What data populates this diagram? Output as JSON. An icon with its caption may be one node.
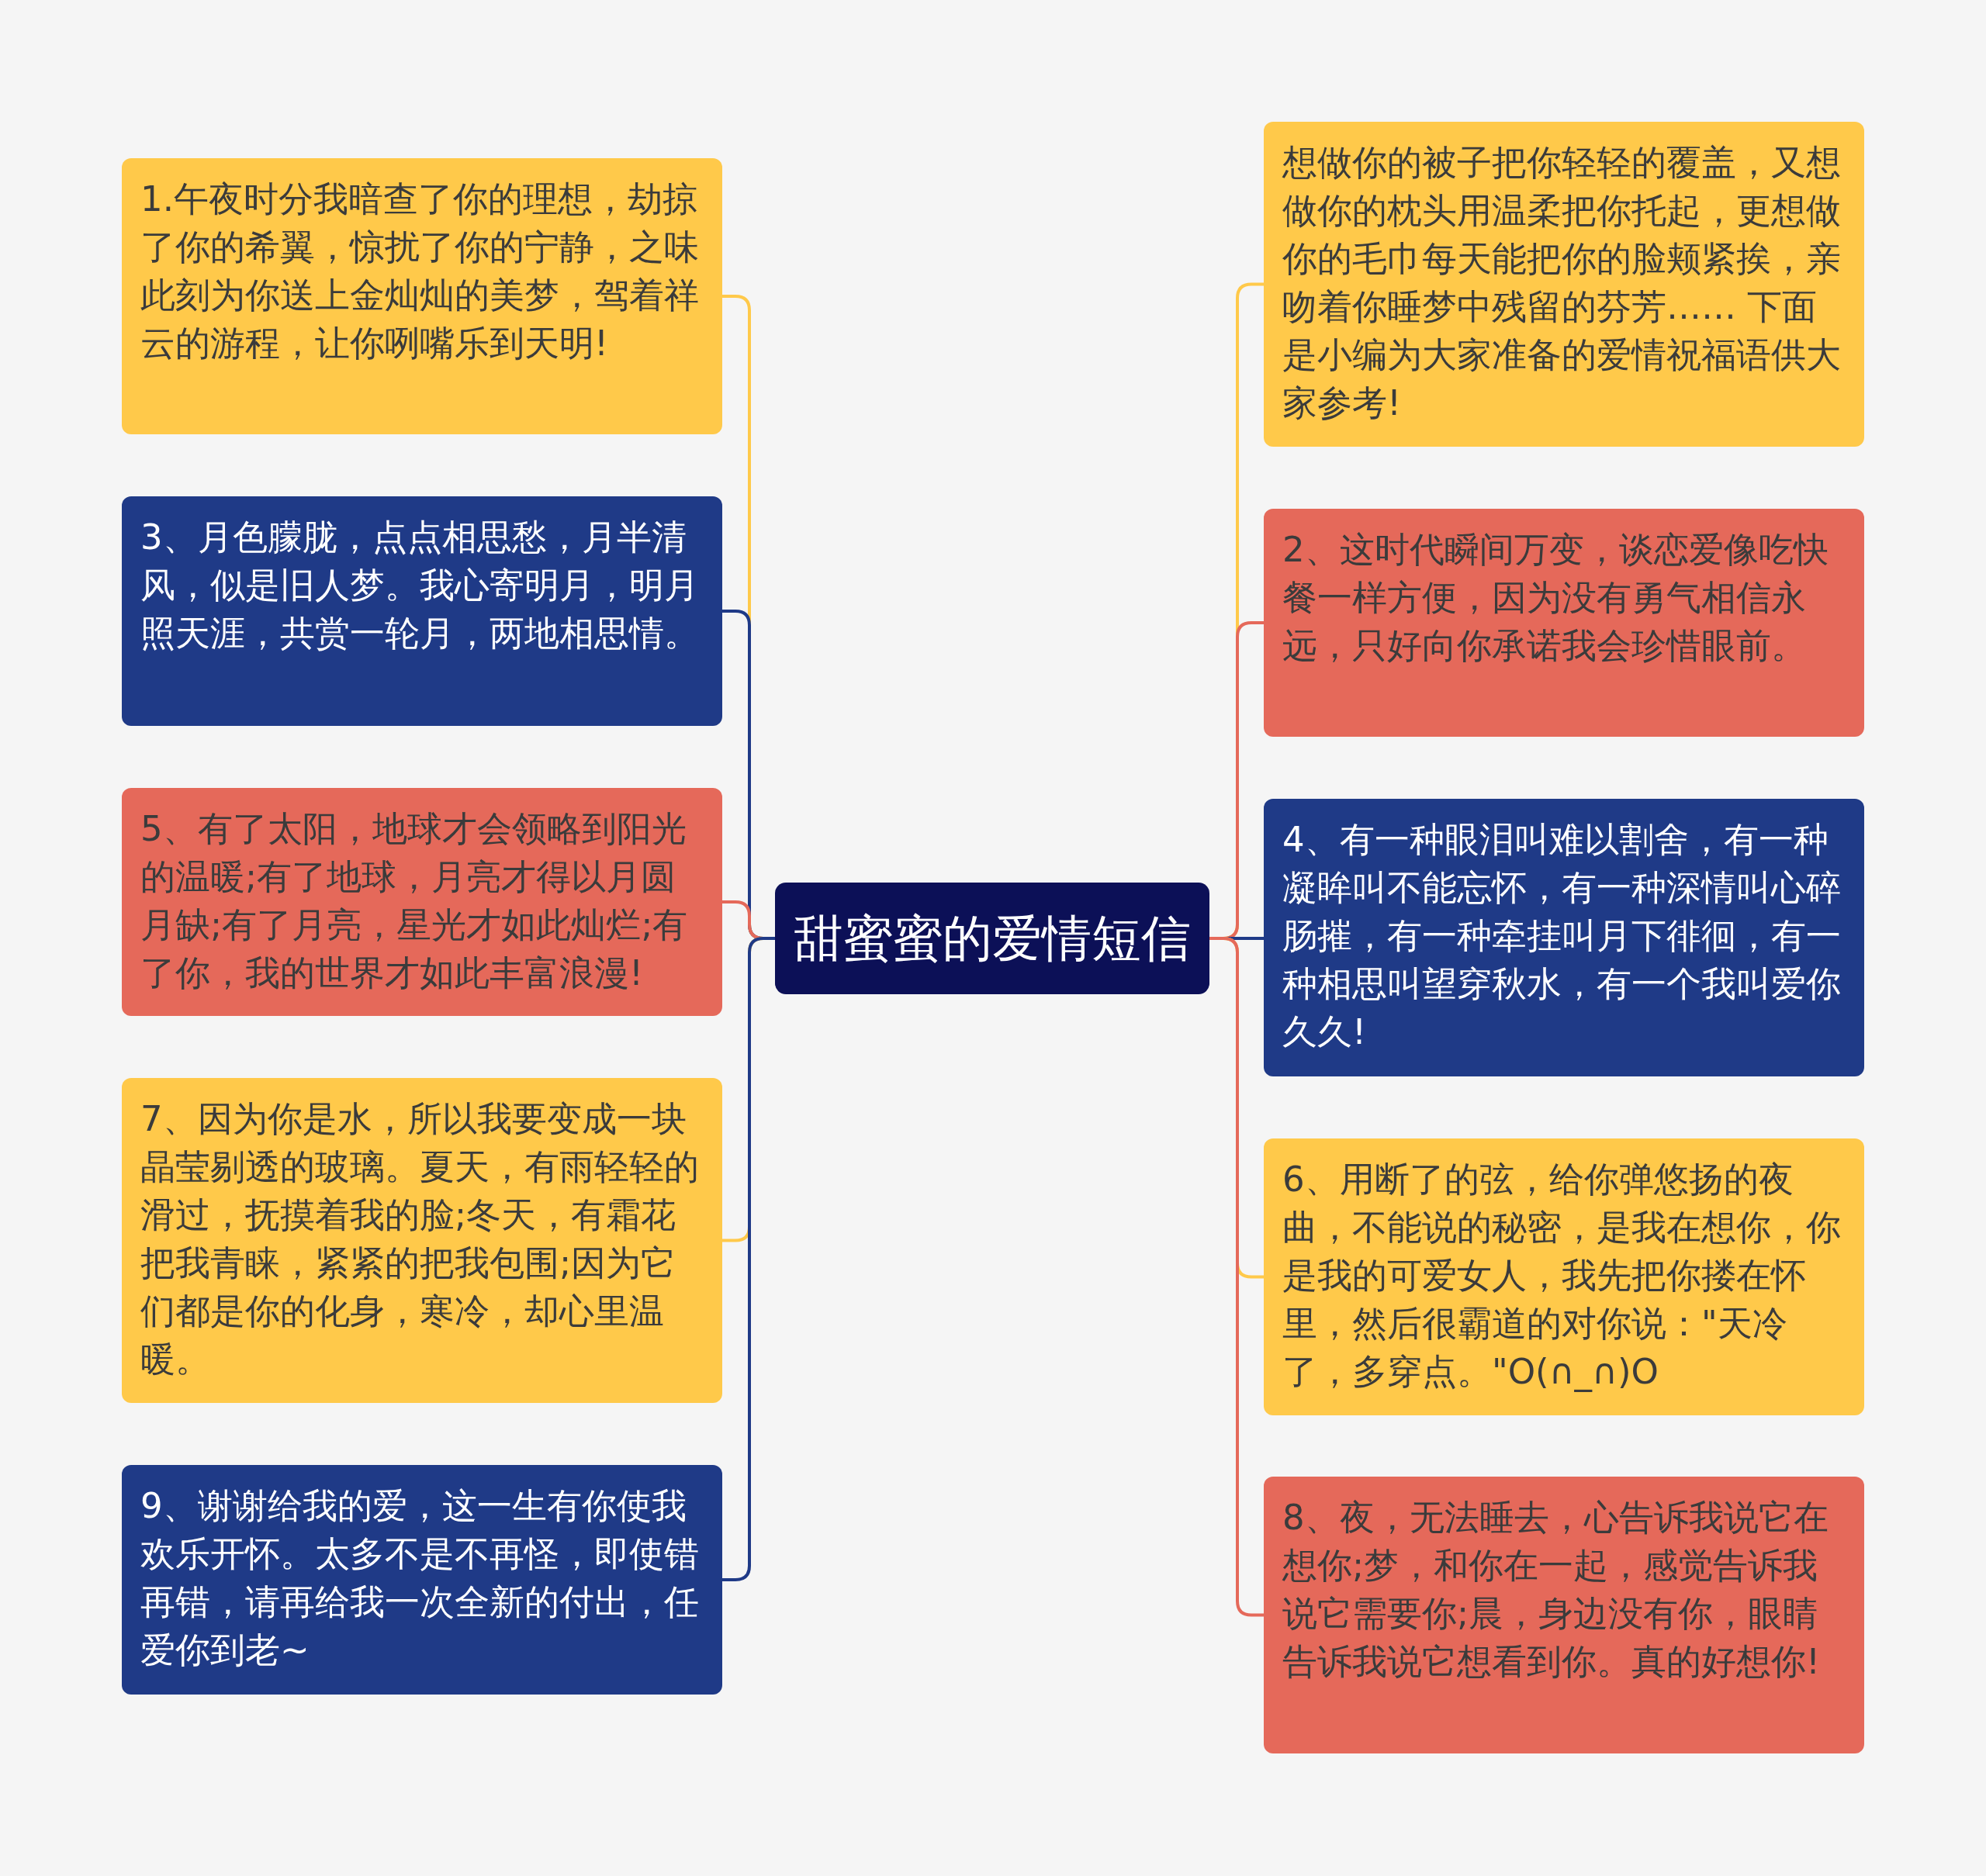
{
  "diagram": {
    "nodes": [
      {
        "text": [
          "甜蜜蜜的爱情短信"
        ]
      },
      {
        "text": [
          "1.午夜时分我暗查了你的理想，劫掠了你的希翼，惊扰了你的宁静，之味此刻为你送上金灿灿的美梦，驾着祥云的游程，让你咧嘴乐到天明!"
        ]
      },
      {
        "text": [
          "3、月色朦胧，点点相思愁，月半清风，似是旧人梦。我心寄明月，明月照天涯，共赏一轮月，两地相思情。"
        ]
      },
      {
        "text": [
          "5、有了太阳，地球才会领略到阳光的温暖;有了地球，月亮才得以月圆月缺;有了月亮，星光才如此灿烂;有了你，我的世界才如此丰富浪漫!"
        ]
      },
      {
        "text": [
          "7、因为你是水，所以我要变成一块晶莹剔透的玻璃。夏天，有雨轻轻的滑过，抚摸着我的脸;冬天，有霜花把我青睐，紧紧的把我包围;因为它们都是你的化身，寒冷，却心里温暖。"
        ]
      },
      {
        "text": [
          "9、谢谢给我的爱，这一生有你使我欢乐开怀。太多不是不再怪，即使错再错，请再给我一次全新的付出，任爱你到老~"
        ]
      },
      {
        "text": [
          "想做你的被子把你轻轻的覆盖，又想做你的枕头用温柔把你托起，更想做你的毛巾每天能把你的脸颊紧挨，亲吻着你睡梦中残留的芬芳…… 下面是小编为大家准备的爱情祝福语供大家参考!"
        ]
      },
      {
        "text": [
          "2、这时代瞬间万变，谈恋爱像吃快餐一样方便，因为没有勇气相信永远，只好向你承诺我会珍惜眼前。"
        ]
      },
      {
        "text": [
          "4、有一种眼泪叫难以割舍，有一种凝眸叫不能忘怀，有一种深情叫心碎肠摧，有一种牵挂叫月下徘徊，有一种相思叫望穿秋水，有一个我叫爱你久久!"
        ]
      },
      {
        "text": [
          "6、用断了的弦，给你弹悠扬的夜曲，不能说的秘密，是我在想你，你是我的可爱女人，我先把你搂在怀里，然后很霸道的对你说：\"天冷了，多穿点。\"O(∩_∩)O"
        ]
      },
      {
        "text": [
          "8、夜，无法睡去，心告诉我说它在想你;梦，和你在一起，感觉告诉我说它需要你;晨，身边没有你，眼睛告诉我说它想看到你。真的好想你!"
        ]
      }
    ],
    "edges": [
      {
        "from": 0,
        "to": 1,
        "arrow": "none",
        "color": "#ffc94a"
      },
      {
        "from": 0,
        "to": 2,
        "arrow": "none",
        "color": "#1f3a87"
      },
      {
        "from": 0,
        "to": 3,
        "arrow": "none",
        "color": "#e5695a"
      },
      {
        "from": 0,
        "to": 4,
        "arrow": "none",
        "color": "#ffc94a"
      },
      {
        "from": 0,
        "to": 5,
        "arrow": "none",
        "color": "#1f3a87"
      },
      {
        "from": 0,
        "to": 6,
        "arrow": "none",
        "color": "#ffc94a"
      },
      {
        "from": 0,
        "to": 7,
        "arrow": "none",
        "color": "#e5695a"
      },
      {
        "from": 0,
        "to": 8,
        "arrow": "none",
        "color": "#1f3a87"
      },
      {
        "from": 0,
        "to": 9,
        "arrow": "none",
        "color": "#ffc94a"
      },
      {
        "from": 0,
        "to": 10,
        "arrow": "none",
        "color": "#e5695a"
      }
    ]
  }
}
